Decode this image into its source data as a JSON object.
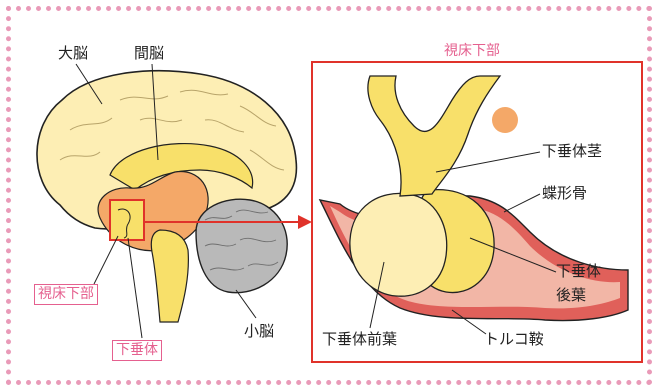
{
  "labels": {
    "cerebrum": "大脳",
    "diencephalon": "間脳",
    "cerebellum": "小脳",
    "hypothalamus": "視床下部",
    "pituitary": "下垂体"
  },
  "inset": {
    "title": "視床下部",
    "labels": {
      "stalk": "下垂体茎",
      "sphenoid": "蝶形骨",
      "posterior_line1": "下垂体",
      "posterior_line2": "後葉",
      "anterior": "下垂体前葉",
      "sella": "トルコ鞍"
    }
  },
  "colors": {
    "border_dots": "#e99ab8",
    "label_pink": "#e5608f",
    "arrow_red": "#e0322a",
    "brain_yellow": "#fdeeb4",
    "inner_yellow": "#f8e06a",
    "orange": "#f4a868",
    "gray": "#b9b9b9",
    "bone_pink": "#f2b6a6",
    "bone_red": "#e0605a"
  }
}
